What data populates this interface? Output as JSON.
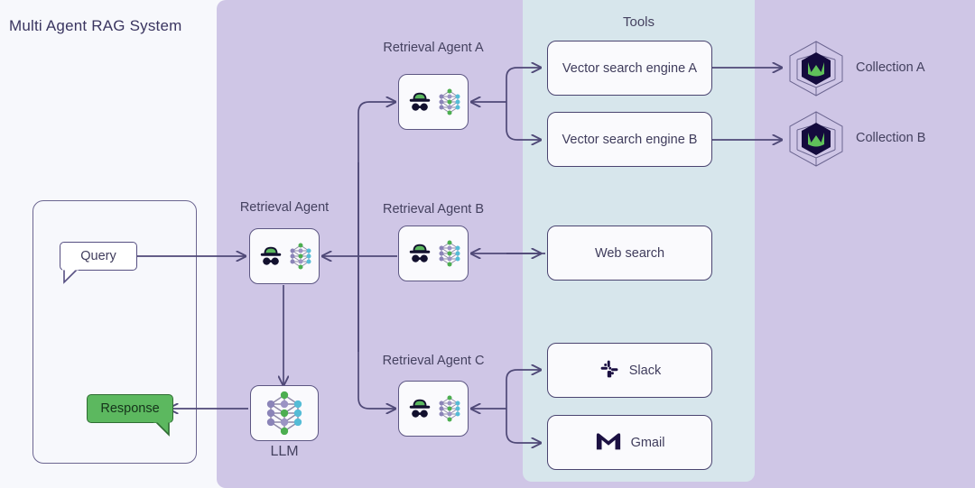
{
  "title": "Multi Agent RAG System",
  "panels": {
    "agent_panel_name": "agent-system-panel",
    "tools_title": "Tools",
    "user_panel_name": "user-panel"
  },
  "user": {
    "query_label": "Query",
    "response_label": "Response"
  },
  "agents": [
    {
      "id": "retrieval-agent",
      "label": "Retrieval Agent"
    },
    {
      "id": "retrieval-agent-a",
      "label": "Retrieval Agent A"
    },
    {
      "id": "retrieval-agent-b",
      "label": "Retrieval Agent B"
    },
    {
      "id": "retrieval-agent-c",
      "label": "Retrieval Agent C"
    }
  ],
  "llm": {
    "label": "LLM"
  },
  "tools": [
    {
      "id": "vector-search-engine-a",
      "label": "Vector search engine A",
      "icon": ""
    },
    {
      "id": "vector-search-engine-b",
      "label": "Vector search engine B",
      "icon": ""
    },
    {
      "id": "web-search",
      "label": "Web search",
      "icon": ""
    },
    {
      "id": "slack",
      "label": "Slack",
      "icon": "slack-icon"
    },
    {
      "id": "gmail",
      "label": "Gmail",
      "icon": "gmail-icon"
    }
  ],
  "collections": [
    {
      "id": "collection-a",
      "label": "Collection A",
      "icon": "weaviate-icon"
    },
    {
      "id": "collection-b",
      "label": "Collection B",
      "icon": "weaviate-icon"
    }
  ],
  "colors": {
    "background": "#f7f8fc",
    "agent_panel": "#cfc6e6",
    "tools_panel": "#d7e6ec",
    "stroke": "#4f4977",
    "accent_green": "#5cb85f",
    "node_fill": "#fafafd",
    "logo_navy": "#1b1042",
    "weaviate_green": "#60c15a"
  },
  "icons": {
    "agent": "spy-agent-icon",
    "neural_net": "neural-network-icon"
  }
}
